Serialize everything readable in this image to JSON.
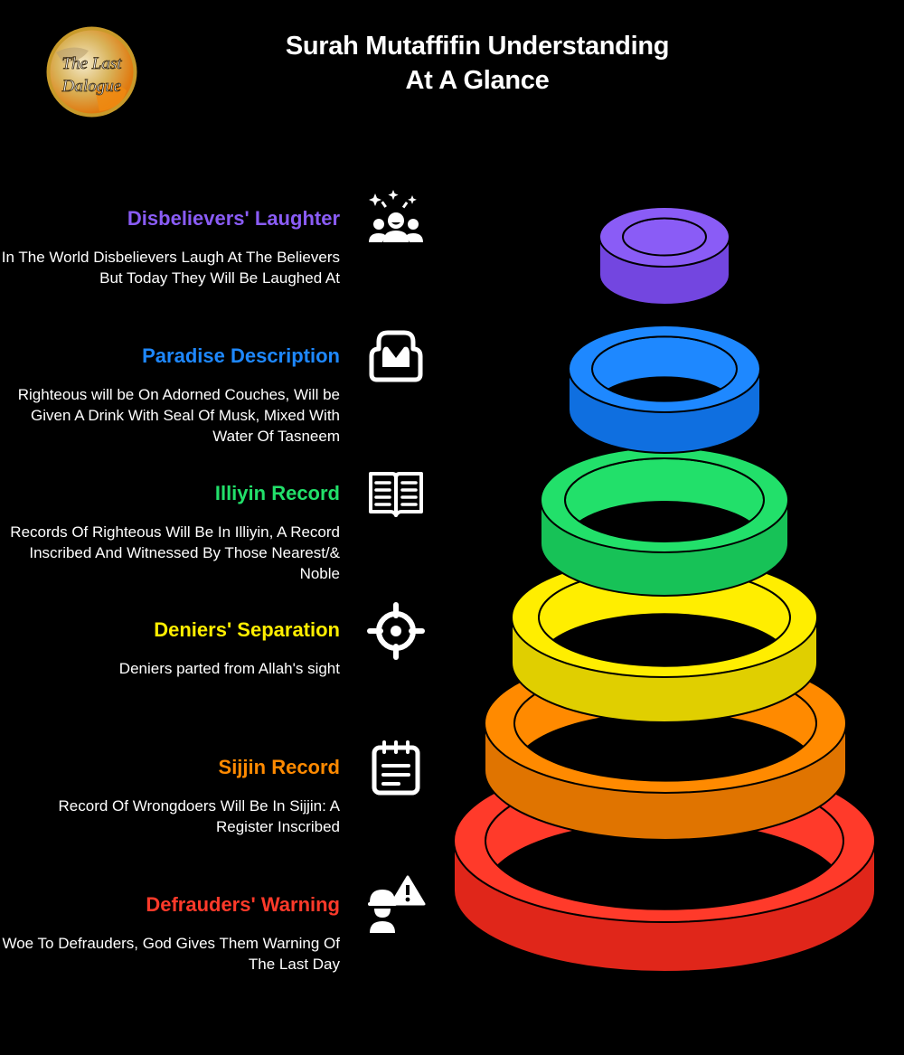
{
  "logo": {
    "text_line1": "The Last",
    "text_line2": "Dalogue",
    "icon": "globe-logo"
  },
  "title": {
    "line1": "Surah Mutaffifin Understanding",
    "line2": "At A Glance"
  },
  "items": [
    {
      "heading": "Disbelievers' Laughter",
      "color": "#8a5cf6",
      "description": "In The World Disbelievers Laugh At The Believers But Today They Will Be Laughed At",
      "icon": "laughing-people-icon"
    },
    {
      "heading": "Paradise Description",
      "color": "#1e88ff",
      "description": "Righteous will be On Adorned Couches, Will be Given A Drink With Seal Of Musk, Mixed With Water Of Tasneem",
      "icon": "couch-icon"
    },
    {
      "heading": "Illiyin Record",
      "color": "#22e06a",
      "description": "Records Of Righteous Will Be In Illiyin, A Record Inscribed And Witnessed By Those Nearest/& Noble",
      "icon": "open-book-icon"
    },
    {
      "heading": "Deniers' Separation",
      "color": "#ffee00",
      "description": "Deniers parted from Allah's sight",
      "icon": "crosshair-icon"
    },
    {
      "heading": "Sijjin Record",
      "color": "#ff8a00",
      "description": "Record Of Wrongdoers Will Be In Sijjin: A Register Inscribed",
      "icon": "calendar-notes-icon"
    },
    {
      "heading": "Defrauders' Warning",
      "color": "#ff3a2a",
      "description": "Woe To Defrauders, God Gives Them Warning Of The Last Day",
      "icon": "worker-warning-icon"
    }
  ],
  "rings": [
    {
      "color": "#ff3a2a",
      "shade": "#e0261a"
    },
    {
      "color": "#ff8a00",
      "shade": "#e07400"
    },
    {
      "color": "#ffee00",
      "shade": "#e0cf00"
    },
    {
      "color": "#22e06a",
      "shade": "#17c257"
    },
    {
      "color": "#1e88ff",
      "shade": "#0f6fe0"
    },
    {
      "color": "#8a5cf6",
      "shade": "#7346e0"
    }
  ]
}
